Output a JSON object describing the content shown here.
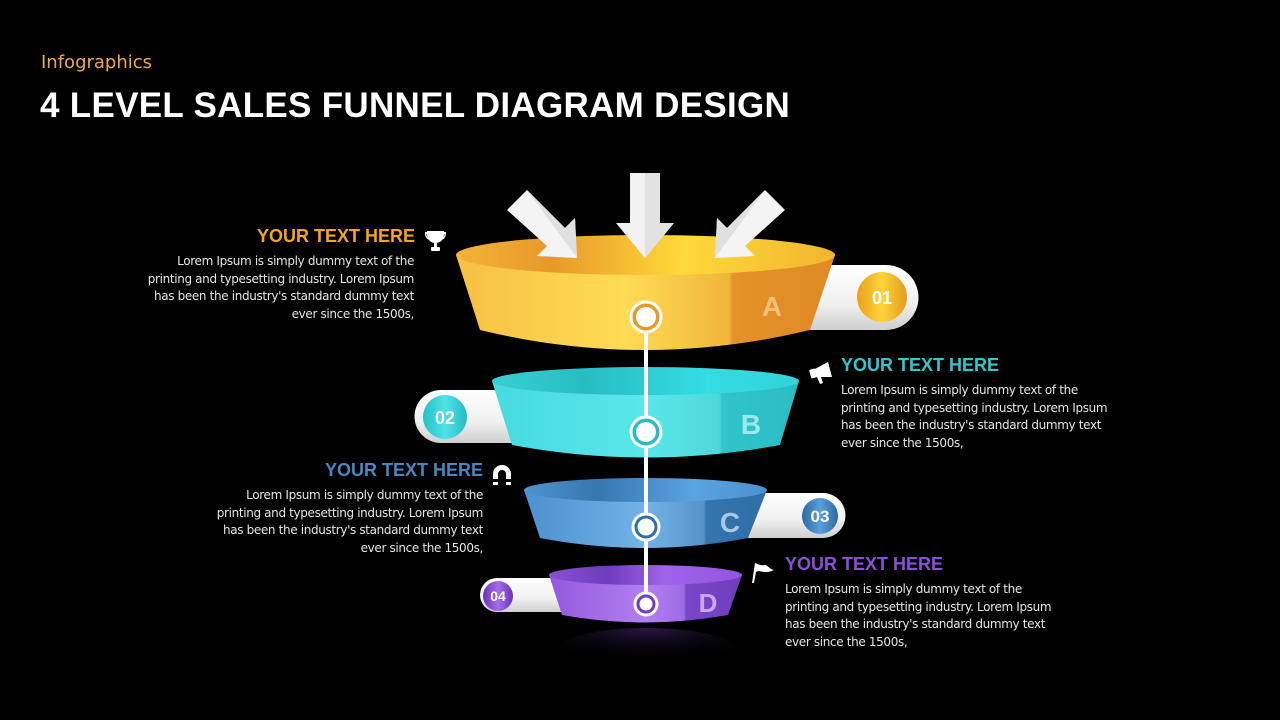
{
  "header": {
    "subtitle": "Infographics",
    "title": "4 LEVEL SALES FUNNEL DIAGRAM DESIGN"
  },
  "funnel": {
    "arrows": [
      "arrow-down-right",
      "arrow-down",
      "arrow-down-left"
    ],
    "levels": [
      {
        "letter": "A",
        "number": "01",
        "color": "#f5b731",
        "dark": "#e38b26",
        "light": "#ffd24a"
      },
      {
        "letter": "B",
        "number": "02",
        "color": "#3fd7de",
        "dark": "#26bcc2",
        "light": "#5ee6ea"
      },
      {
        "letter": "C",
        "number": "03",
        "color": "#4f95d2",
        "dark": "#2f6fa8",
        "light": "#6aaee4"
      },
      {
        "letter": "D",
        "number": "04",
        "color": "#9b5fe0",
        "dark": "#6a38b8",
        "light": "#b67ff0"
      }
    ]
  },
  "blocks": [
    {
      "heading": "YOUR TEXT HERE",
      "color": "#f3a51f",
      "icon": "trophy-icon",
      "lines": [
        "Lorem Ipsum is simply dummy text of the",
        "printing and typesetting industry. Lorem Ipsum",
        "has been the industry's standard dummy text",
        "ever since the 1500s,"
      ]
    },
    {
      "heading": "YOUR TEXT HERE",
      "color": "#34c6cf",
      "icon": "megaphone-icon",
      "lines": [
        "Lorem Ipsum is simply dummy text of the",
        "printing and typesetting industry. Lorem Ipsum",
        "has been the industry's standard dummy text",
        "ever since the 1500s,"
      ]
    },
    {
      "heading": "YOUR TEXT HERE",
      "color": "#4a86c4",
      "icon": "magnet-icon",
      "lines": [
        "Lorem Ipsum is simply dummy text of the",
        "printing and typesetting industry. Lorem Ipsum",
        "has been the industry's standard dummy text",
        "ever since the 1500s,"
      ]
    },
    {
      "heading": "YOUR TEXT HERE",
      "color": "#8a4fd6",
      "icon": "flag-icon",
      "lines": [
        "Lorem Ipsum is simply dummy text of the",
        "printing and typesetting industry. Lorem Ipsum",
        "has been the industry's standard dummy text",
        "ever since the 1500s,"
      ]
    }
  ]
}
